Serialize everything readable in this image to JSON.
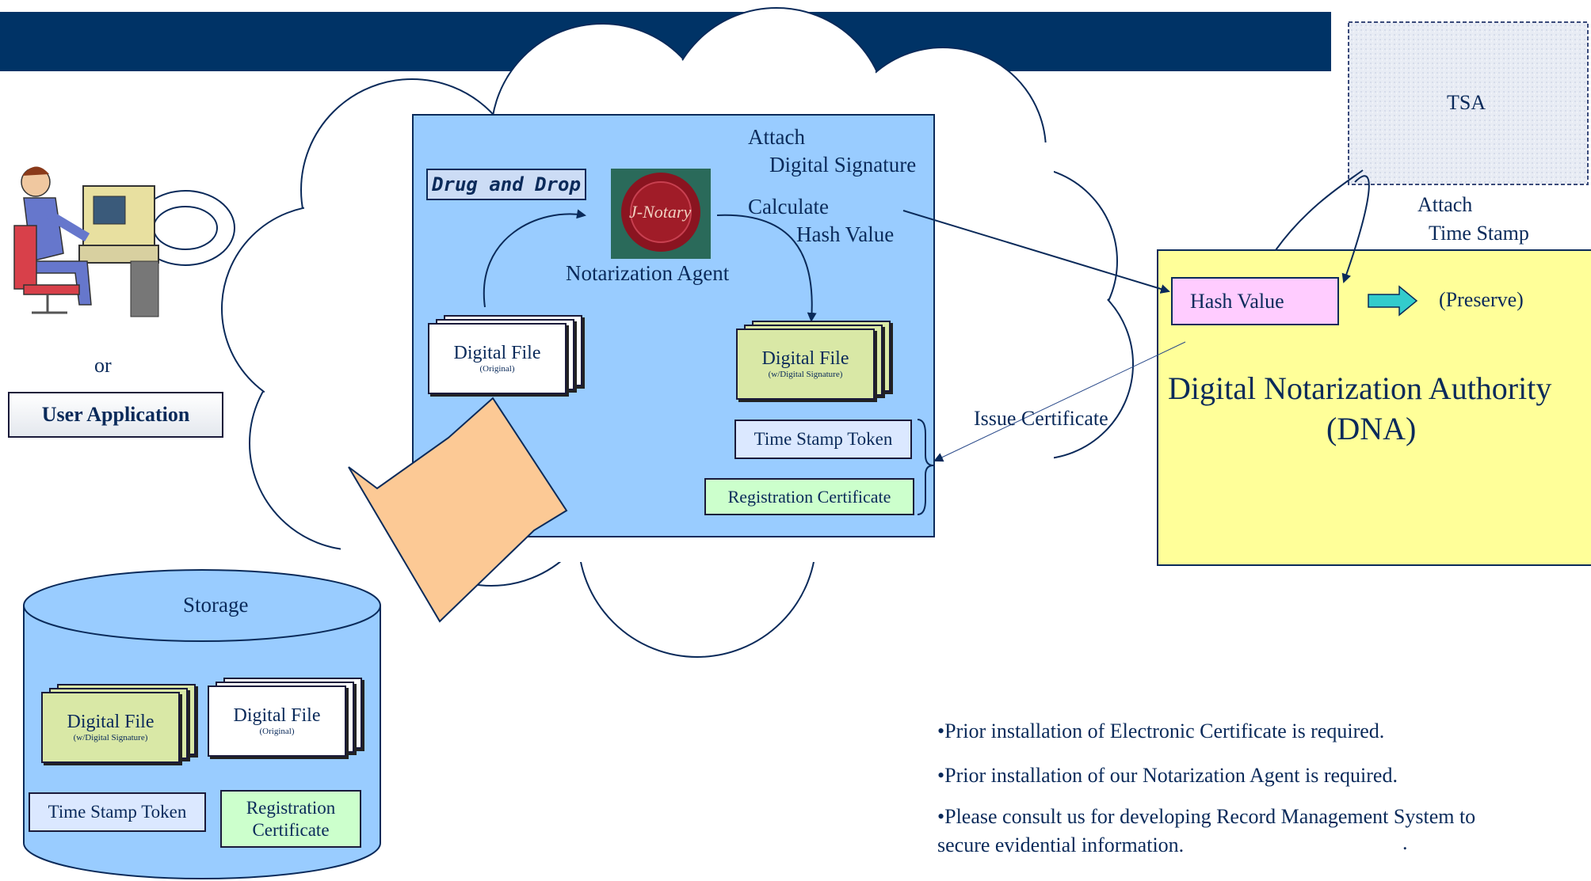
{
  "colors": {
    "header_band": "#003366",
    "agent_panel": "#99ccff",
    "dna_box": "#ffff99",
    "hash_box": "#ffccff",
    "file_signed": "#d9e8a6",
    "cert_green": "#ccffcc",
    "token_blue": "#dbe8ff",
    "arrow_orange": "#fcc995",
    "storage_blue": "#99ccff",
    "preserve_arrow": "#33cccc"
  },
  "icons": {
    "user": "person-at-computer-icon",
    "seal": "wax-seal-icon",
    "preserve": "right-arrow-icon",
    "transfer": "big-arrow-icon"
  },
  "user": {
    "or": "or",
    "app_button": "User Application"
  },
  "agent": {
    "drag_drop": "Drug and Drop",
    "seal_text": "J-Notary",
    "agent_label": "Notarization Agent",
    "attach_sig_1": "Attach",
    "attach_sig_2": "Digital Signature",
    "calc_1": "Calculate",
    "calc_2": "Hash Value",
    "file_orig_title": "Digital File",
    "file_orig_sub": "(Original)",
    "file_sig_title": "Digital File",
    "file_sig_sub": "(w/Digital Signature)",
    "token": "Time Stamp Token",
    "reg_cert": "Registration Certificate"
  },
  "issue_cert": "Issue Certificate",
  "tsa": {
    "label": "TSA",
    "attach_1": "Attach",
    "attach_2": "Time Stamp"
  },
  "dna": {
    "hash": "Hash Value",
    "preserve": "(Preserve)",
    "title_1": "Digital Notarization Authority",
    "title_2": "(DNA)"
  },
  "storage": {
    "label": "Storage",
    "file_sig_title": "Digital File",
    "file_sig_sub": "(w/Digital Signature)",
    "file_orig_title": "Digital File",
    "file_orig_sub": "(Original)",
    "token": "Time Stamp Token",
    "reg_cert_1": "Registration",
    "reg_cert_2": "Certificate"
  },
  "notes": [
    "•Prior installation of Electronic Certificate is required.",
    "•Prior installation of our Notarization Agent is required.",
    "•Please consult us for developing Record Management System to",
    "secure evidential information."
  ],
  "notes_trailing_dot": "."
}
